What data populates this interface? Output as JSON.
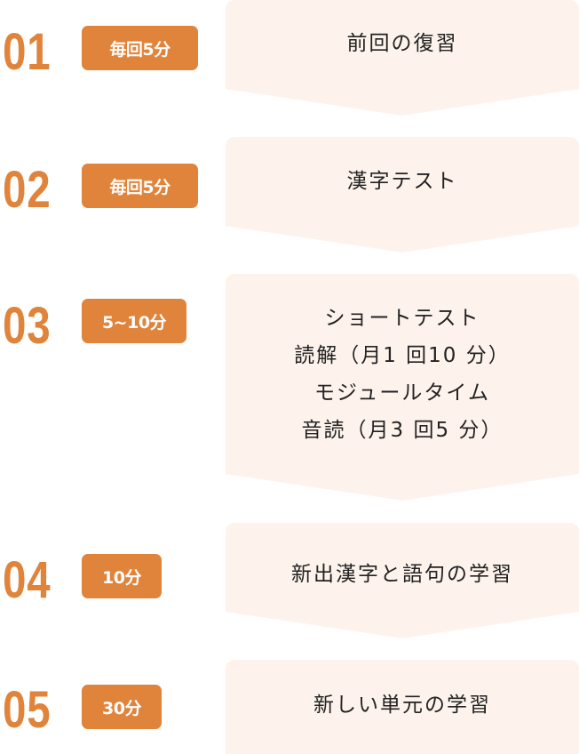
{
  "colors": {
    "accent": "#e0843c",
    "card_background": "#fdf3ec",
    "text": "#222222"
  },
  "steps": [
    {
      "number": "01",
      "duration": "毎回5分",
      "title": "前回の復習"
    },
    {
      "number": "02",
      "duration": "毎回5分",
      "title": "漢字テスト"
    },
    {
      "number": "03",
      "duration": "5~10分",
      "lines": [
        "ショートテスト",
        "読解（月1 回10 分）",
        "モジュールタイム",
        "音読（月3 回5 分）"
      ]
    },
    {
      "number": "04",
      "duration": "10分",
      "title": "新出漢字と語句の学習"
    },
    {
      "number": "05",
      "duration": "30分",
      "title": "新しい単元の学習"
    }
  ]
}
